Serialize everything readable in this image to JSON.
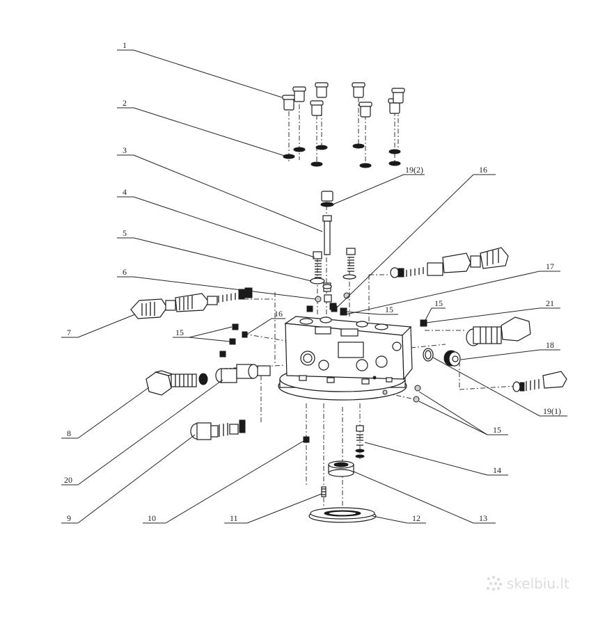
{
  "callouts": {
    "c1": "1",
    "c2": "2",
    "c3": "3",
    "c4": "4",
    "c5": "5",
    "c6": "6",
    "c7": "7",
    "c8": "8",
    "c9": "9",
    "c10": "10",
    "c11": "11",
    "c12": "12",
    "c13": "13",
    "c14": "14",
    "c15a": "15",
    "c15b": "15",
    "c15c": "15",
    "c15d": "15",
    "c16a": "16",
    "c16b": "16",
    "c17": "17",
    "c18": "18",
    "c19a": "19(2)",
    "c19b": "19(1)",
    "c20": "20",
    "c21": "21"
  },
  "watermark": {
    "text": "skelbiu.lt",
    "icon": "dots-logo-icon"
  }
}
